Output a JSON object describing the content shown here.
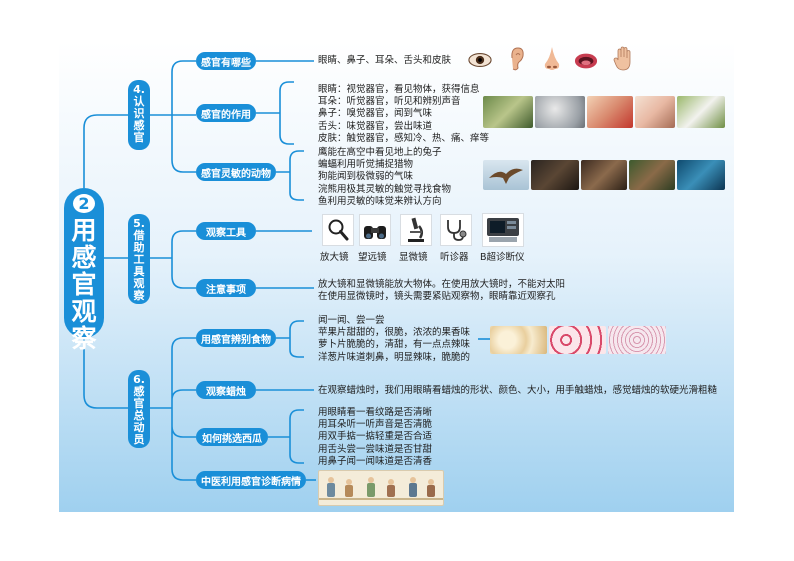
{
  "root": {
    "number": "2",
    "title": [
      "用",
      "感",
      "官",
      "观",
      "察"
    ]
  },
  "sections": [
    {
      "lines": [
        "4.",
        "认",
        "识",
        "感",
        "官"
      ]
    },
    {
      "lines": [
        "5.",
        "借",
        "助",
        "工",
        "具",
        "观",
        "察"
      ]
    },
    {
      "lines": [
        "6.",
        "感",
        "官",
        "总",
        "动",
        "员"
      ]
    }
  ],
  "topics": {
    "senses": {
      "label": "感官有哪些",
      "text": "眼睛、鼻子、耳朵、舌头和皮肤",
      "icons": [
        "eye-icon",
        "ear-icon",
        "nose-icon",
        "mouth-icon",
        "hand-icon"
      ]
    },
    "functions": {
      "label": "感官的作用",
      "lines": [
        "眼睛：视觉器官，看见物体，获得信息",
        "耳朵：听觉器官，听见和辨别声音",
        "鼻子：嗅觉器官，闻到气味",
        "舌头：味觉器官，尝出味道",
        "皮肤：触觉器官，感知冷、热、痛、痒等"
      ]
    },
    "animals": {
      "label": "感官灵敏的动物",
      "lines": [
        "鹰能在高空中看见地上的兔子",
        "蝙蝠利用听觉捕捉猎物",
        "狗能闻到极微弱的气味",
        "浣熊用极其灵敏的触觉寻找食物",
        "鱼利用灵敏的味觉来辨认方向"
      ]
    },
    "tools": {
      "label": "观察工具",
      "items": [
        "放大镜",
        "望远镜",
        "显微镜",
        "听诊器",
        "B超诊断仪"
      ],
      "icons": [
        "magnifier-icon",
        "binoculars-icon",
        "microscope-icon",
        "stethoscope-icon",
        "ultrasound-icon"
      ]
    },
    "notes": {
      "label": "注意事项",
      "lines": [
        "放大镜和显微镜能放大物体。在使用放大镜时，不能对太阳",
        "在使用显微镜时，镜头需要紧贴观察物，眼睛靠近观察孔"
      ]
    },
    "food": {
      "label": "用感官辨别食物",
      "lines": [
        "闻一闻、尝一尝",
        "苹果片甜甜的，很脆，浓浓的果香味",
        "萝卜片脆脆的，清甜，有一点点辣味",
        "洋葱片味道刺鼻，明显辣味，脆脆的"
      ]
    },
    "candle": {
      "label": "观察蜡烛",
      "text": "在观察蜡烛时，我们用眼睛看蜡烛的形状、颜色、大小，用手触蜡烛，感觉蜡烛的软硬光滑粗糙"
    },
    "watermelon": {
      "label": "如何挑选西瓜",
      "lines": [
        "用眼睛看一看纹路是否清晰",
        "用耳朵听一听声音是否清脆",
        "用双手掂一掂轻重是否合适",
        "用舌头尝一尝味道是否甘甜",
        "用鼻子闻一闻味道是否清香"
      ]
    },
    "tcm": {
      "label": "中医利用感官诊断病情"
    }
  },
  "colors": {
    "accent": "#1a8fd8",
    "line": "#1a8fd8"
  }
}
